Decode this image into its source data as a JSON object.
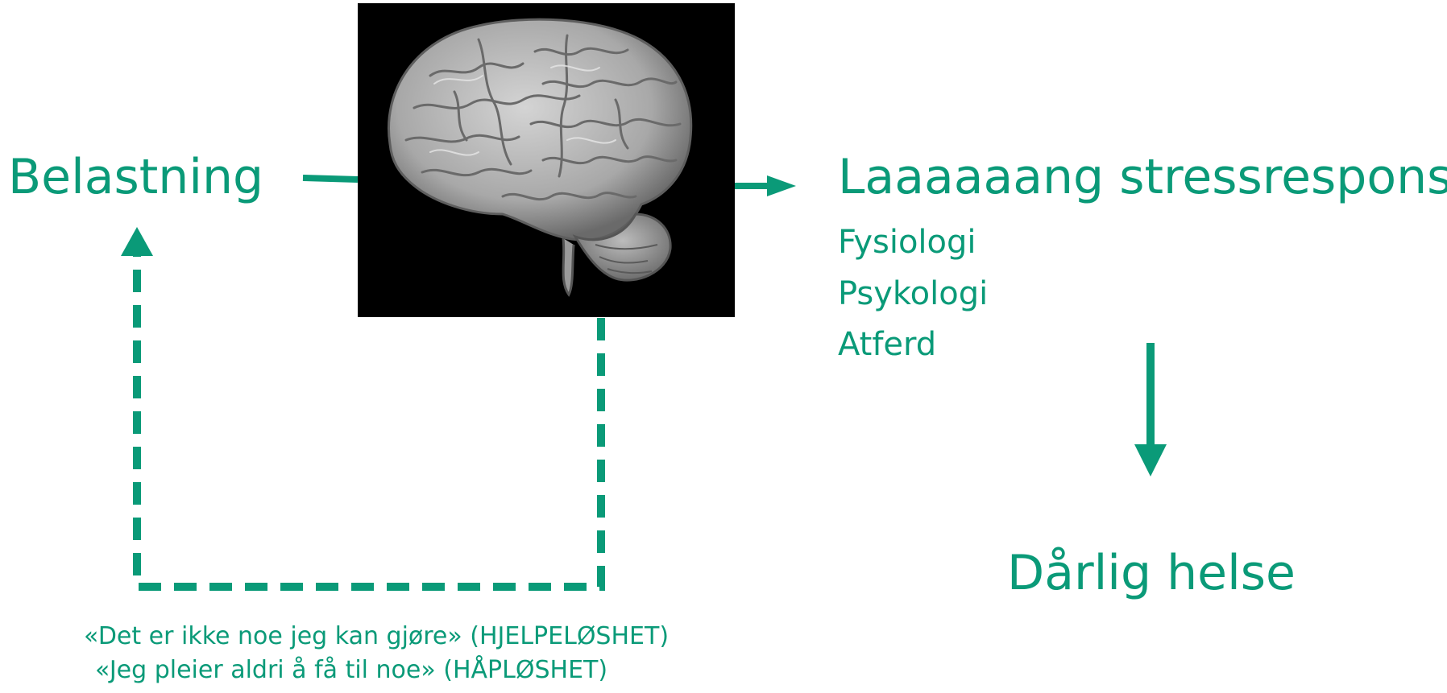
{
  "diagram": {
    "belastning_label": "Belastning",
    "stress_response": {
      "title": "Laaaaaang stressrespons",
      "items": [
        "Fysiologi",
        "Psykologi",
        "Atferd"
      ]
    },
    "outcome_label": "Dårlig helse",
    "feedback_quotes": [
      "«Det er ikke noe jeg kan gjøre» (HJELPELØSHET)",
      "«Jeg pleier aldri å få til noe» (HÅPLØSHET)"
    ],
    "colors": {
      "accent": "#0a9a78",
      "brain_background": "#000000"
    },
    "icons": {
      "brain": "brain-icon"
    }
  }
}
